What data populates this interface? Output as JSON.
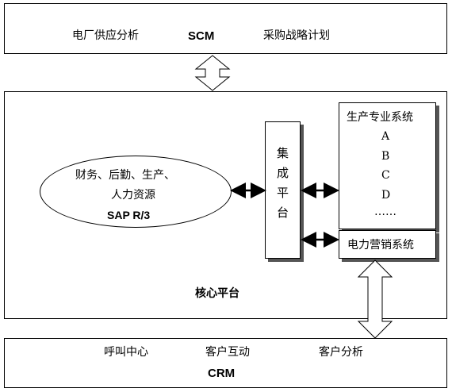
{
  "scm": {
    "left_label": "电厂供应分析",
    "center_label": "SCM",
    "right_label": "采购战略计划"
  },
  "core": {
    "label": "核心平台",
    "sap": {
      "line1": "财务、后勤、生产、",
      "line2": "人力资源",
      "line3": "SAP R/3"
    },
    "integration": {
      "chars": [
        "集",
        "成",
        "平",
        "台"
      ]
    },
    "production": {
      "title": "生产专业系统",
      "items": [
        "A",
        "B",
        "C",
        "D",
        "……"
      ]
    },
    "marketing": {
      "title": "电力营销系统"
    }
  },
  "crm": {
    "left_label": "呼叫中心",
    "center_label": "客户互动",
    "right_label": "客户分析",
    "title": "CRM"
  }
}
